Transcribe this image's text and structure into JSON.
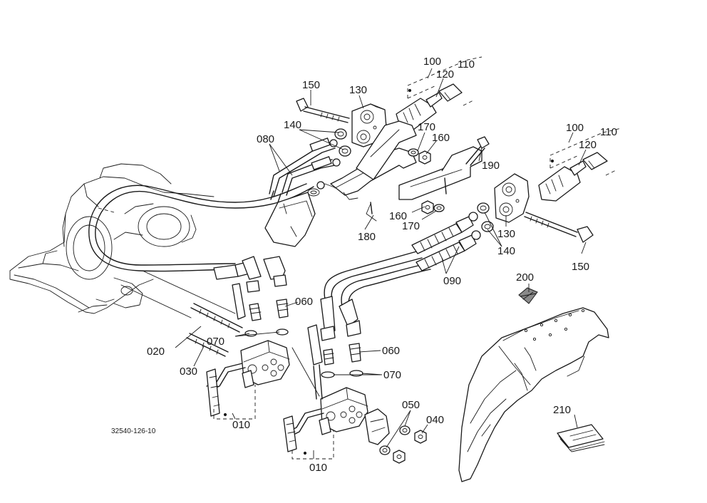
{
  "labels": {
    "p010a": "010",
    "p010b": "010",
    "p020": "020",
    "p030": "030",
    "p040": "040",
    "p050": "050",
    "p060a": "060",
    "p060b": "060",
    "p070a": "070",
    "p070b": "070",
    "p080": "080",
    "p090": "090",
    "p100a": "100",
    "p100b": "100",
    "p110a": "110",
    "p110b": "110",
    "p120a": "120",
    "p120b": "120",
    "p130a": "130",
    "p130b": "130",
    "p140a": "140",
    "p140b": "140",
    "p150a": "150",
    "p150b": "150",
    "p160a": "160",
    "p160b": "160",
    "p170a": "170",
    "p170b": "170",
    "p180": "180",
    "p190": "190",
    "p200": "200",
    "p210": "210"
  },
  "reference_code": "32540-126-10"
}
